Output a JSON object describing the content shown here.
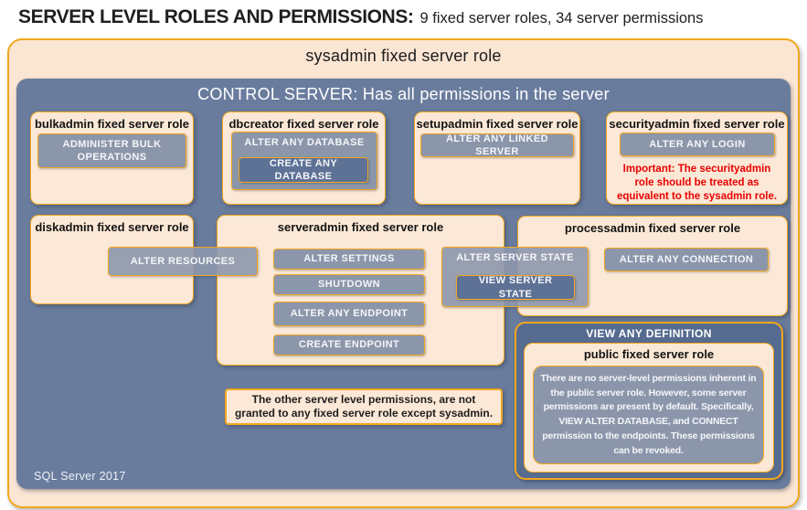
{
  "header": {
    "title_main": "SERVER LEVEL ROLES AND PERMISSIONS:",
    "title_sub": "9 fixed server roles, 34 server permissions"
  },
  "sysadmin_label": "sysadmin fixed server role",
  "control_server_label": "CONTROL SERVER: Has all permissions in the server",
  "footer_label": "SQL Server 2017",
  "roles": {
    "bulkadmin": {
      "title": "bulkadmin fixed server role",
      "perm": "ADMINISTER BULK OPERATIONS"
    },
    "dbcreator": {
      "title": "dbcreator fixed server role",
      "perm_outer": "ALTER ANY DATABASE",
      "perm_inner": "CREATE ANY DATABASE"
    },
    "setupadmin": {
      "title": "setupadmin fixed server role",
      "perm": "ALTER ANY LINKED SERVER"
    },
    "securityadmin": {
      "title": "securityadmin fixed server role",
      "perm": "ALTER ANY LOGIN",
      "warning": "Important: The securityadmin role should be treated as equivalent to the sysadmin role."
    },
    "diskadmin": {
      "title": "diskadmin fixed server role",
      "perm": "ALTER RESOURCES"
    },
    "serveradmin": {
      "title": "serveradmin fixed server role",
      "perms": [
        "ALTER SETTINGS",
        "SHUTDOWN",
        "ALTER ANY ENDPOINT",
        "CREATE ENDPOINT"
      ],
      "perm_outer": "ALTER SERVER STATE",
      "perm_inner": "VIEW SERVER STATE"
    },
    "processadmin": {
      "title": "processadmin fixed server role",
      "perm": "ALTER ANY CONNECTION"
    },
    "public": {
      "banner": "VIEW ANY DEFINITION",
      "title": "public fixed server role",
      "note": "There are no server-level permissions inherent in the public server role. However, some server permissions are present by default. Specifically, VIEW ALTER DATABASE, and CONNECT permission to the endpoints. These permissions can be revoked."
    }
  },
  "note": "The other server level permissions, are not granted to any fixed server role except sysadmin.",
  "colors": {
    "peach": "#FBE5D3",
    "gold_border": "#F2A71F",
    "control_blue": "#697C9D",
    "definition_blue": "#566B90",
    "badge_light": "#8C96AB",
    "badge_dark": "#5E7296",
    "warning_red": "#E80000"
  }
}
